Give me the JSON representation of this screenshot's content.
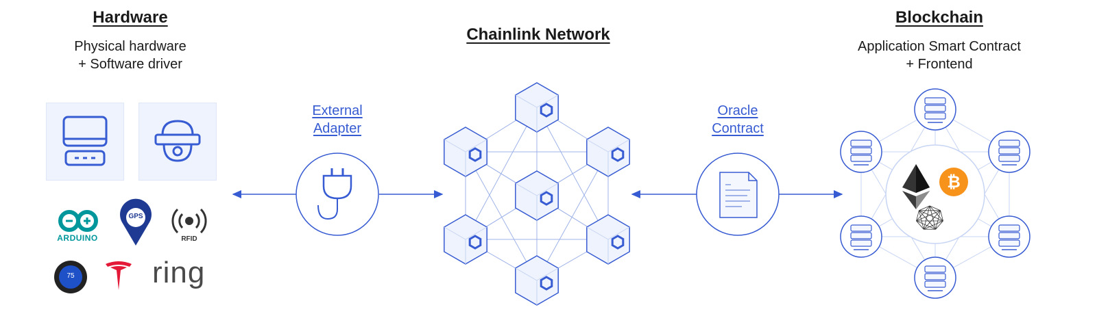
{
  "hardware": {
    "title": "Hardware",
    "subtitle_line1": "Physical hardware",
    "subtitle_line2": "+ Software driver",
    "logos": {
      "arduino": "ARDUINO",
      "gps": "GPS",
      "rfid": "RFID",
      "nest": "75",
      "ring": "ring"
    }
  },
  "network": {
    "title": "Chainlink Network"
  },
  "adapter": {
    "line1": "External",
    "line2": "Adapter"
  },
  "oracle": {
    "line1": "Oracle",
    "line2": "Contract"
  },
  "blockchain": {
    "title": "Blockchain",
    "subtitle_line1": "Application Smart Contract",
    "subtitle_line2": "+ Frontend"
  },
  "colors": {
    "accent": "#375bd2",
    "node_fill": "#eef3fd",
    "box_fill": "#eef3fd",
    "arduino": "#00979c",
    "bitcoin": "#f7931a",
    "tesla": "#e31937"
  }
}
